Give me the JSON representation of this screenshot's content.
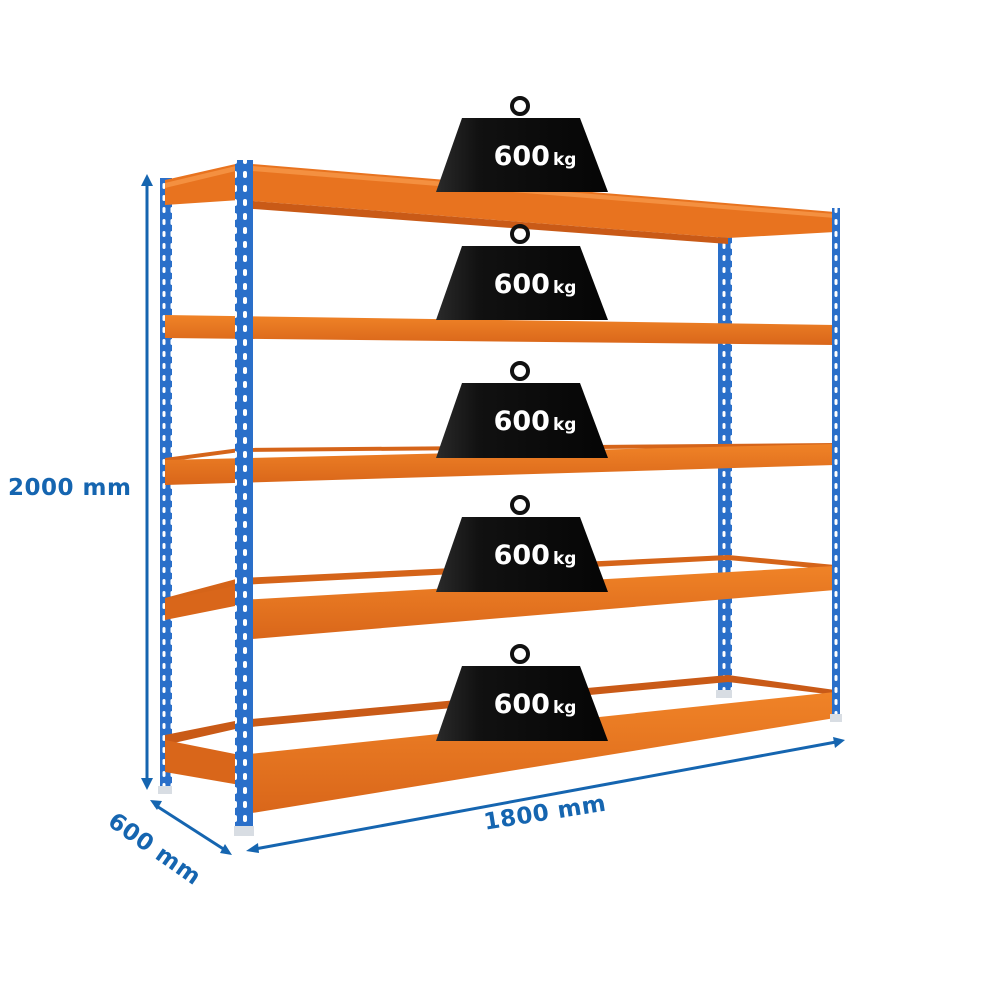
{
  "product": {
    "type": "metal shelving unit",
    "frame_color": "#2a6fc9",
    "shelf_color": "#e8731f",
    "shelf_count": 5
  },
  "dimensions": {
    "height": "2000 mm",
    "width": "1800 mm",
    "depth": "600 mm",
    "arrow_color": "#1565b0"
  },
  "shelves": [
    {
      "level": 1,
      "position": "top",
      "load": "600",
      "unit": "kg"
    },
    {
      "level": 2,
      "position": "second",
      "load": "600",
      "unit": "kg"
    },
    {
      "level": 3,
      "position": "middle",
      "load": "600",
      "unit": "kg"
    },
    {
      "level": 4,
      "position": "fourth",
      "load": "600",
      "unit": "kg"
    },
    {
      "level": 5,
      "position": "bottom",
      "load": "600",
      "unit": "kg"
    }
  ],
  "weight_icon": {
    "name": "weight-icon",
    "color": "#111111",
    "text_color": "#ffffff"
  }
}
